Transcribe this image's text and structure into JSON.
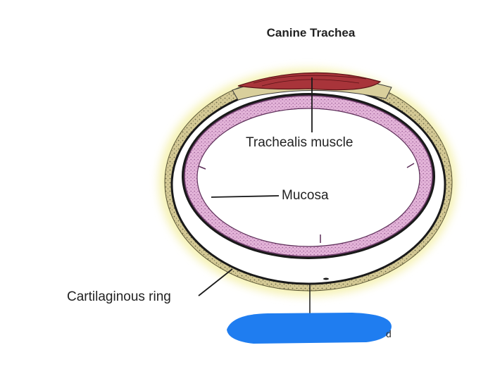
{
  "title": "Canine Trachea",
  "labels": {
    "trachealis_muscle": "Trachealis muscle",
    "mucosa": "Mucosa",
    "cartilaginous_ring": "Cartilaginous ring",
    "obscured_label_fragment": "d"
  },
  "colors": {
    "adventitia": "#cfc48a",
    "adventitia_glow": "#f5f0b0",
    "cartilage": "#ffffff",
    "ring_outline": "#1a1a1a",
    "mucosa": "#e6b8dc",
    "mucosa_dark": "#8a4f86",
    "muscle": "#a8343a",
    "redaction_blob": "#1f7df0"
  }
}
